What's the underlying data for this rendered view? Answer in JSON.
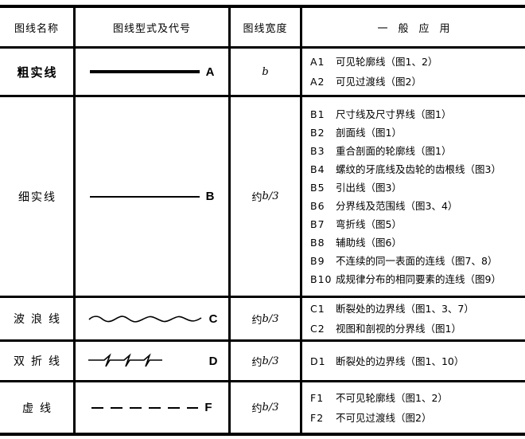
{
  "colors": {
    "ink": "#000000",
    "paper": "#ffffff"
  },
  "table": {
    "headers": [
      "图线名称",
      "图线型式及代号",
      "图线宽度",
      "一般应用"
    ],
    "rows": [
      {
        "name": "粗实线",
        "code": "A",
        "line_style": "thick-solid",
        "width": {
          "prefix": "",
          "value": "b"
        },
        "applications": [
          {
            "code": "A1",
            "text": "可见轮廓线（图1、2）"
          },
          {
            "code": "A2",
            "text": "可见过渡线（图2）"
          }
        ]
      },
      {
        "name": "细实线",
        "code": "B",
        "line_style": "thin-solid",
        "width": {
          "prefix": "约",
          "value": "b/3"
        },
        "applications": [
          {
            "code": "B1",
            "text": "尺寸线及尺寸界线（图1）"
          },
          {
            "code": "B2",
            "text": "剖面线（图1）"
          },
          {
            "code": "B3",
            "text": "重合剖面的轮廓线（图1）"
          },
          {
            "code": "B4",
            "text": "螺纹的牙底线及齿轮的齿根线（图3）"
          },
          {
            "code": "B5",
            "text": "引出线（图3）"
          },
          {
            "code": "B6",
            "text": "分界线及范围线（图3、4）"
          },
          {
            "code": "B7",
            "text": "弯折线（图5）"
          },
          {
            "code": "B8",
            "text": "辅助线（图6）"
          },
          {
            "code": "B9",
            "text": "不连续的同一表面的连线（图7、8）"
          },
          {
            "code": "B10",
            "text": "成规律分布的相同要素的连线（图9）"
          }
        ]
      },
      {
        "name": "波浪线",
        "code": "C",
        "line_style": "wavy",
        "width": {
          "prefix": "约",
          "value": "b/3"
        },
        "applications": [
          {
            "code": "C1",
            "text": "断裂处的边界线（图1、3、7）"
          },
          {
            "code": "C2",
            "text": "视图和剖视的分界线（图1）"
          }
        ]
      },
      {
        "name": "双折线",
        "code": "D",
        "line_style": "double-break",
        "width": {
          "prefix": "约",
          "value": "b/3"
        },
        "applications": [
          {
            "code": "D1",
            "text": "断裂处的边界线（图1、10）"
          }
        ]
      },
      {
        "name": "虚线",
        "code": "F",
        "line_style": "dashed",
        "width": {
          "prefix": "约",
          "value": "b/3"
        },
        "applications": [
          {
            "code": "F1",
            "text": "不可见轮廓线（图1、2）"
          },
          {
            "code": "F2",
            "text": "不可见过渡线（图2）"
          }
        ]
      }
    ]
  }
}
